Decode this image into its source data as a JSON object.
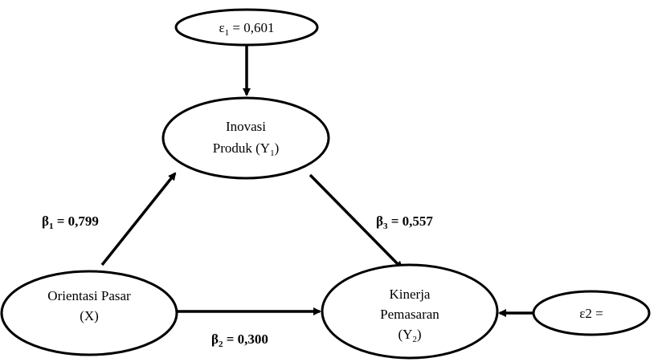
{
  "nodes": {
    "error1": {
      "label": "ε",
      "sub": "1",
      "value": " = 0,601"
    },
    "inovasi": {
      "line1": "Inovasi",
      "line2": "Produk (Y",
      "sub": "1",
      "close": ")"
    },
    "orientasi": {
      "line1": "Orientasi Pasar",
      "line2": "(X)"
    },
    "kinerja": {
      "line1": "Kinerja",
      "line2": "Pemasaran",
      "line3": "(Y",
      "sub": "2",
      "close": ")"
    },
    "error2": {
      "label": "ε2 ="
    }
  },
  "coefficients": {
    "beta1": {
      "symbol": "β",
      "sub": "1",
      "value": " = 0,799"
    },
    "beta2": {
      "symbol": "β",
      "sub": "2",
      "value": " = 0,300"
    },
    "beta3": {
      "symbol": "β",
      "sub": "3",
      "value": " = 0,557"
    }
  },
  "colors": {
    "stroke": "#000000",
    "background": "#ffffff"
  }
}
